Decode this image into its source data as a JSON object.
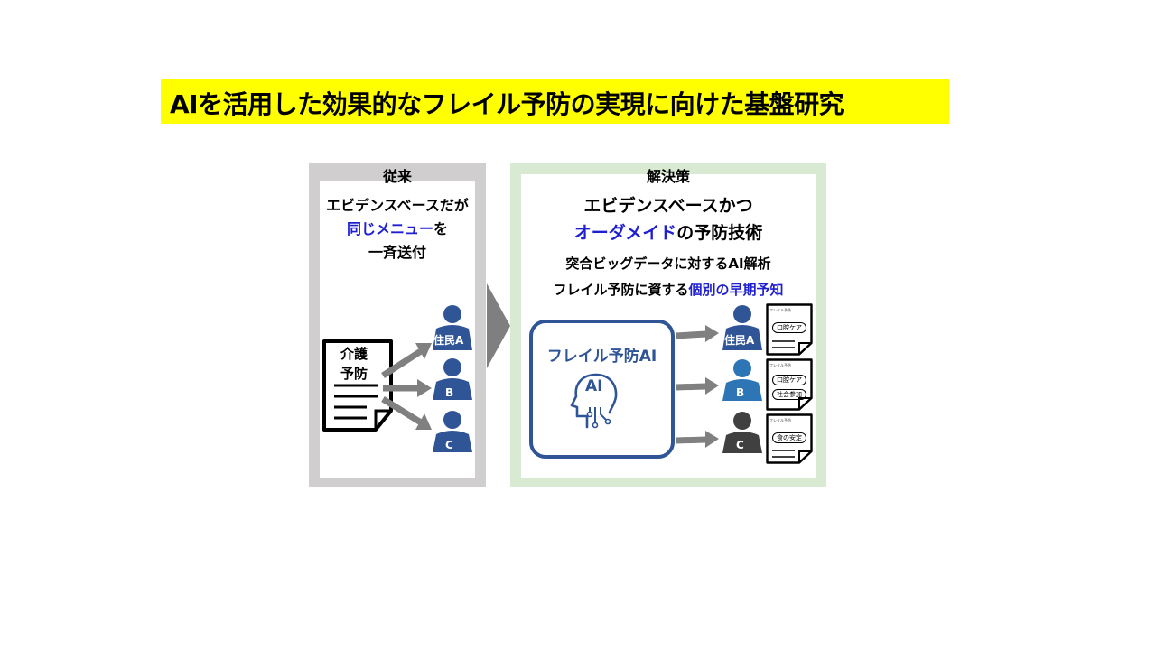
{
  "title": "AIを活用した効果的なフレイル予防の実現に向けた基盤研究",
  "left_panel": {
    "heading": "従来",
    "line1": "エビデンスベースだが",
    "line2_blue": "同じメニュー",
    "line2_rest": "を",
    "line3": "一斉送付",
    "document_label_1": "介護",
    "document_label_2": "予防",
    "residents": [
      "住民A",
      "B",
      "C"
    ]
  },
  "right_panel": {
    "heading": "解決策",
    "line1": "エビデンスベースかつ",
    "line2_blue": "オーダメイド",
    "line2_rest": "の予防技術",
    "line3": "突合ビッグデータに対するAI解析",
    "line4_black": "フレイル予防に資する",
    "line4_blue": "個別の早期予知",
    "ai_box_label": "フレイル予防AI",
    "ai_icon_text": "AI",
    "residents": [
      "住民A",
      "B",
      "C"
    ],
    "cards": [
      {
        "header": "フレイル予防",
        "items": [
          "口腔ケア"
        ]
      },
      {
        "header": "フレイル予防",
        "items": [
          "口腔ケア",
          "社会参加"
        ]
      },
      {
        "header": "フレイル予防",
        "items": [
          "食の安定"
        ]
      }
    ]
  },
  "colors": {
    "title_bg": "#ffff00",
    "left_frame": "#d0cece",
    "right_frame": "#d9ead3",
    "accent_blue": "#1f1fd0",
    "person_dark_blue": "#2f5597",
    "person_mid_blue": "#2e75b6",
    "person_gray": "#404040",
    "arrow_gray": "#808080"
  }
}
